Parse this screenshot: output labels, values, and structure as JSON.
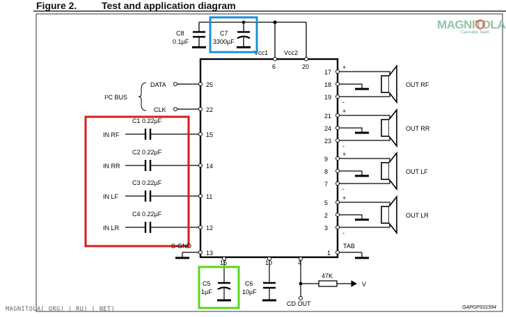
{
  "figure": {
    "number": "Figure 2.",
    "title": "Test and application diagram"
  },
  "watermark": "MAGNITOLA( ORG) ( RU) ( NET)",
  "logo": {
    "main": "MAGNITOLA",
    "sub": "CarAudio Team",
    "color": "#6bb08a"
  },
  "doc_code": "GAPGPS01594",
  "highlights": {
    "red": "#d81b1b",
    "blue": "#1b8fd8",
    "green": "#5ad61b"
  },
  "bus": {
    "label": "I²C BUS",
    "data": "DATA",
    "clk": "CLK",
    "data_pin": "25",
    "clk_pin": "22"
  },
  "inputs": [
    {
      "cap": "C1 0.22µF",
      "label": "IN RF",
      "pin": "15"
    },
    {
      "cap": "C2 0.22µF",
      "label": "IN RR",
      "pin": "14"
    },
    {
      "cap": "C3 0.22µF",
      "label": "IN LF",
      "pin": "11"
    },
    {
      "cap": "C4 0.22µF",
      "label": "IN LR",
      "pin": "12"
    }
  ],
  "supply": {
    "c8": "C8",
    "c8_val": "0.1µF",
    "c7": "C7",
    "c7_val": "3300µF",
    "vcc1": "Vcc1",
    "vcc2": "Vcc2",
    "vcc1_pin": "6",
    "vcc2_pin": "20"
  },
  "sgnd": {
    "label": "S-GND",
    "pin": "13"
  },
  "outputs": [
    {
      "label": "OUT RF",
      "pins": [
        "17",
        "18",
        "19"
      ]
    },
    {
      "label": "OUT RR",
      "pins": [
        "21",
        "24",
        "23"
      ]
    },
    {
      "label": "OUT LF",
      "pins": [
        "9",
        "8",
        "7"
      ]
    },
    {
      "label": "OUT LR",
      "pins": [
        "5",
        "2",
        "3"
      ]
    }
  ],
  "polarity": {
    "plus": "+",
    "minus": "-"
  },
  "tab": {
    "label": "TAB",
    "pin": "1"
  },
  "bottom": {
    "pin16": "16",
    "pin10": "10",
    "pin4": "4",
    "c5": "C5",
    "c5_val": "1µF",
    "c6": "C6",
    "c6_val": "10µF",
    "resistor": "47K",
    "v_label": "V",
    "cd_out": "CD OUT"
  }
}
